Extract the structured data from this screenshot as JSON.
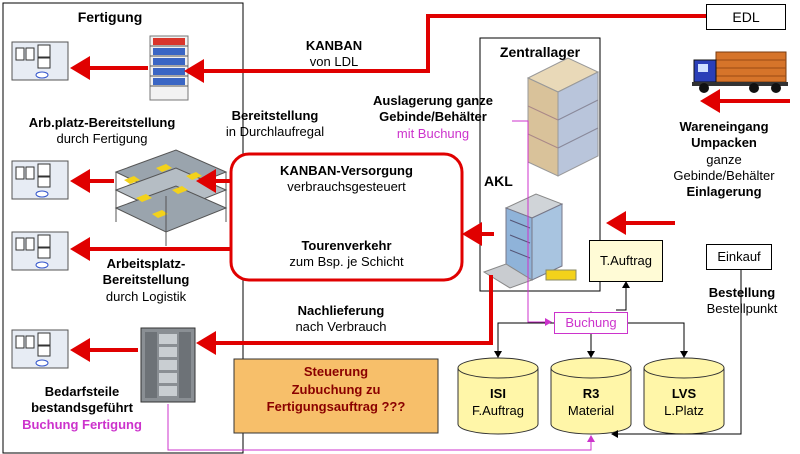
{
  "fertigung": {
    "title": "Fertigung"
  },
  "zentrallager": {
    "title": "Zentrallager"
  },
  "edl": {
    "label": "EDL"
  },
  "kanban_ldl": {
    "line1": "KANBAN",
    "line2": "von LDL"
  },
  "auslagerung": {
    "line1": "Auslagerung ganze",
    "line2": "Gebinde/Behälter",
    "line3": "mit Buchung"
  },
  "arbplatz1": {
    "line1": "Arb.platz-Bereitstellung",
    "line2": "durch Fertigung"
  },
  "bereitstellung": {
    "line1": "Bereitstellung",
    "line2": "in Durchlaufregal"
  },
  "kanban_versorgung": {
    "line1": "KANBAN-Versorgung",
    "line2": "verbrauchsgesteuert",
    "line3": "Tourenverkehr",
    "line4": "zum Bsp. je Schicht"
  },
  "akl": {
    "label": "AKL"
  },
  "wareneingang": {
    "line1": "Wareneingang",
    "line2": "Umpacken",
    "line3": "ganze",
    "line4": "Gebinde/Behälter",
    "line5": "Einlagerung"
  },
  "tauftrag": {
    "label": "T.Auftrag"
  },
  "einkauf": {
    "label": "Einkauf"
  },
  "arbplatz2": {
    "line1": "Arbeitsplatz-",
    "line2": "Bereitstellung",
    "line3": "durch Logistik"
  },
  "bestellung": {
    "line1": "Bestellung",
    "line2": "Bestellpunkt"
  },
  "nachlieferung": {
    "line1": "Nachlieferung",
    "line2": "nach Verbrauch"
  },
  "buchung": {
    "label": "Buchung"
  },
  "steuerung": {
    "line1": "Steuerung",
    "line2": "Zubuchung zu",
    "line3": "Fertigungsauftrag ???"
  },
  "bedarfsteile": {
    "line1": "Bedarfsteile",
    "line2": "bestandsgeführt",
    "line3": "Buchung Fertigung"
  },
  "db_isi": {
    "title": "ISI",
    "sub": "F.Auftrag"
  },
  "db_r3": {
    "title": "R3",
    "sub": "Material"
  },
  "db_lvs": {
    "title": "LVS",
    "sub": "L.Platz"
  },
  "colors": {
    "arrow": "#e00000",
    "booking": "#cc33cc",
    "steuerung_fill": "#f7bf6a",
    "db_fill": "#fff6a8"
  }
}
